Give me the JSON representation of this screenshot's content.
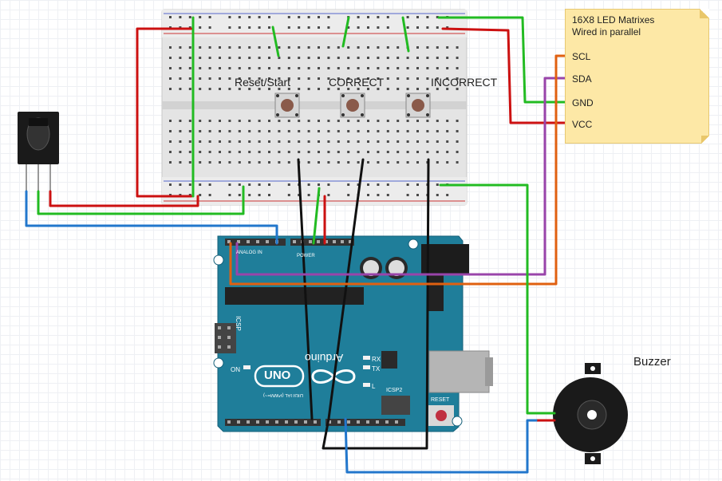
{
  "buttons": {
    "reset": "Reset/Start",
    "correct": "CORRECT",
    "incorrect": "INCORRECT"
  },
  "note": {
    "line1": "16X8 LED Matrixes",
    "line2": "Wired in parallel",
    "pins": [
      "SCL",
      "SDA",
      "GND",
      "VCC"
    ]
  },
  "buzzer": {
    "label": "Buzzer"
  },
  "arduino": {
    "logo": "UNO",
    "brand": "Arduino",
    "icsp": "ICSP",
    "icsp2": "ICSP2",
    "on": "ON",
    "tx": "TX",
    "rx": "RX",
    "l": "L",
    "reset": "RESET",
    "digital": "DIGITAL (PWM=~)",
    "analog": "ANALOG IN",
    "power": "POWER"
  },
  "colors": {
    "wire_red": "#cc1111",
    "wire_green": "#22bb22",
    "wire_blue": "#2277cc",
    "wire_black": "#111111",
    "wire_purple": "#9944aa",
    "wire_orange": "#e06010",
    "arduino_board": "#1f7e9a",
    "note_bg": "#fde8a6",
    "breadboard": "#e6e6e6"
  }
}
